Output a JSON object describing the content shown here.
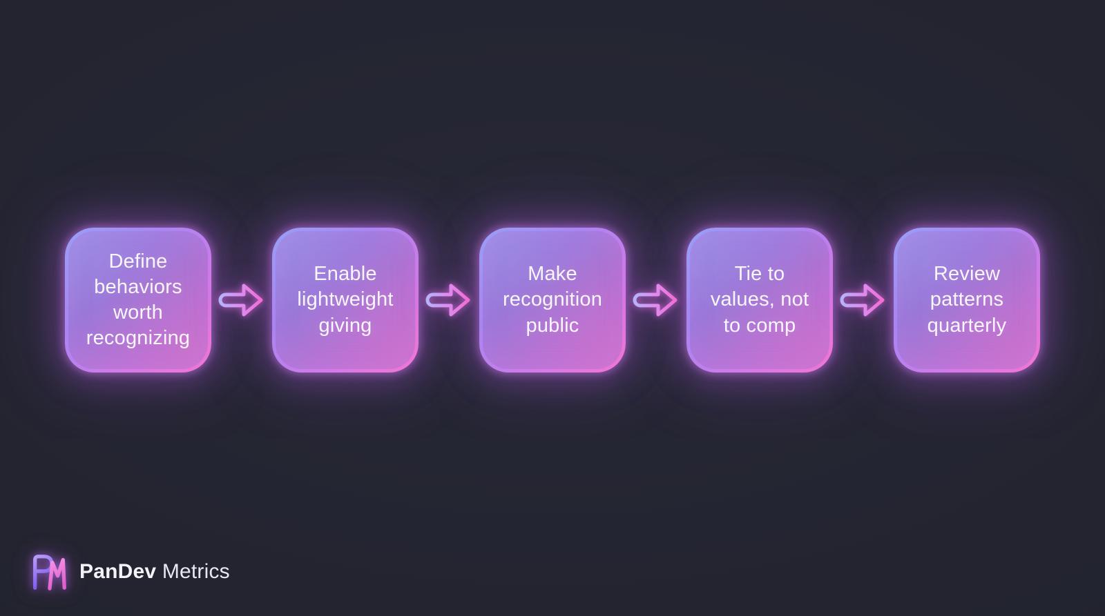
{
  "page": {
    "background_color": "#232430"
  },
  "flow": {
    "steps": [
      {
        "label": "Define\nbehaviors\nworth\nrecognizing"
      },
      {
        "label": "Enable\nlightweight\ngiving"
      },
      {
        "label": "Make\nrecognition\npublic"
      },
      {
        "label": "Tie to\nvalues, not\nto comp"
      },
      {
        "label": "Review\npatterns\nquarterly"
      }
    ],
    "connector": "arrow-right-icon",
    "style": {
      "border_gradient_start": "#98a0f6",
      "border_gradient_mid": "#d47ae6",
      "border_gradient_end": "#f475d3",
      "glow_color": "#c878ec",
      "text_color": "#f8f6fb",
      "arrow_gradient_start": "#adaef8",
      "arrow_gradient_end": "#f26cd4"
    }
  },
  "footer": {
    "brand_bold": "PanDev",
    "brand_regular": "Metrics",
    "logo": {
      "monogram": "PM",
      "p_color": "#8f6cf2",
      "m_color": "#ee77d6"
    }
  }
}
